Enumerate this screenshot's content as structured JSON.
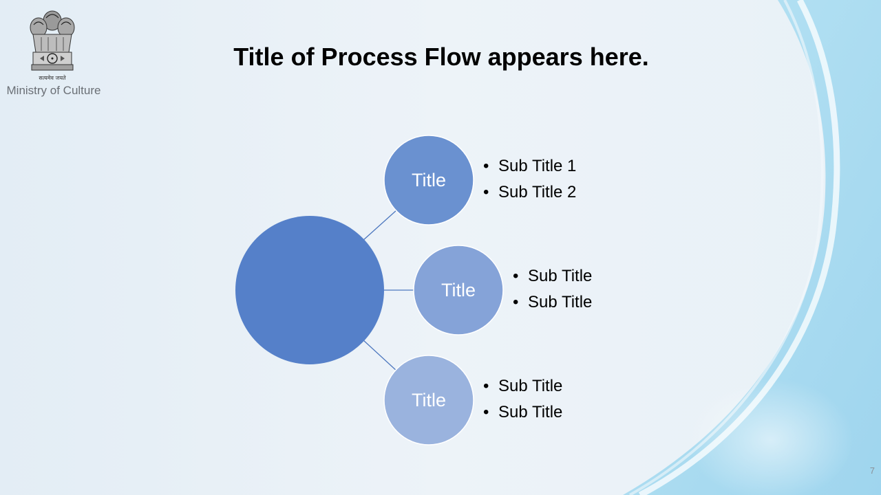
{
  "org": {
    "motto": "सत्यमेव जयते",
    "name": "Ministry of Culture"
  },
  "slide": {
    "title": "Title of Process Flow appears here.",
    "page_number": "7"
  },
  "colors": {
    "center": "#5580c9",
    "node1": "#6a91d0",
    "node2": "#85a3d8",
    "node3": "#9ab3de",
    "connector": "#4d77bf",
    "accent_bg": "#a9dcf0"
  },
  "diagram": {
    "nodes": [
      {
        "title": "Title",
        "items": [
          "Sub Title 1",
          "Sub Title 2"
        ]
      },
      {
        "title": "Title",
        "items": [
          "Sub Title",
          "Sub Title"
        ]
      },
      {
        "title": "Title",
        "items": [
          "Sub Title",
          "Sub Title"
        ]
      }
    ]
  }
}
